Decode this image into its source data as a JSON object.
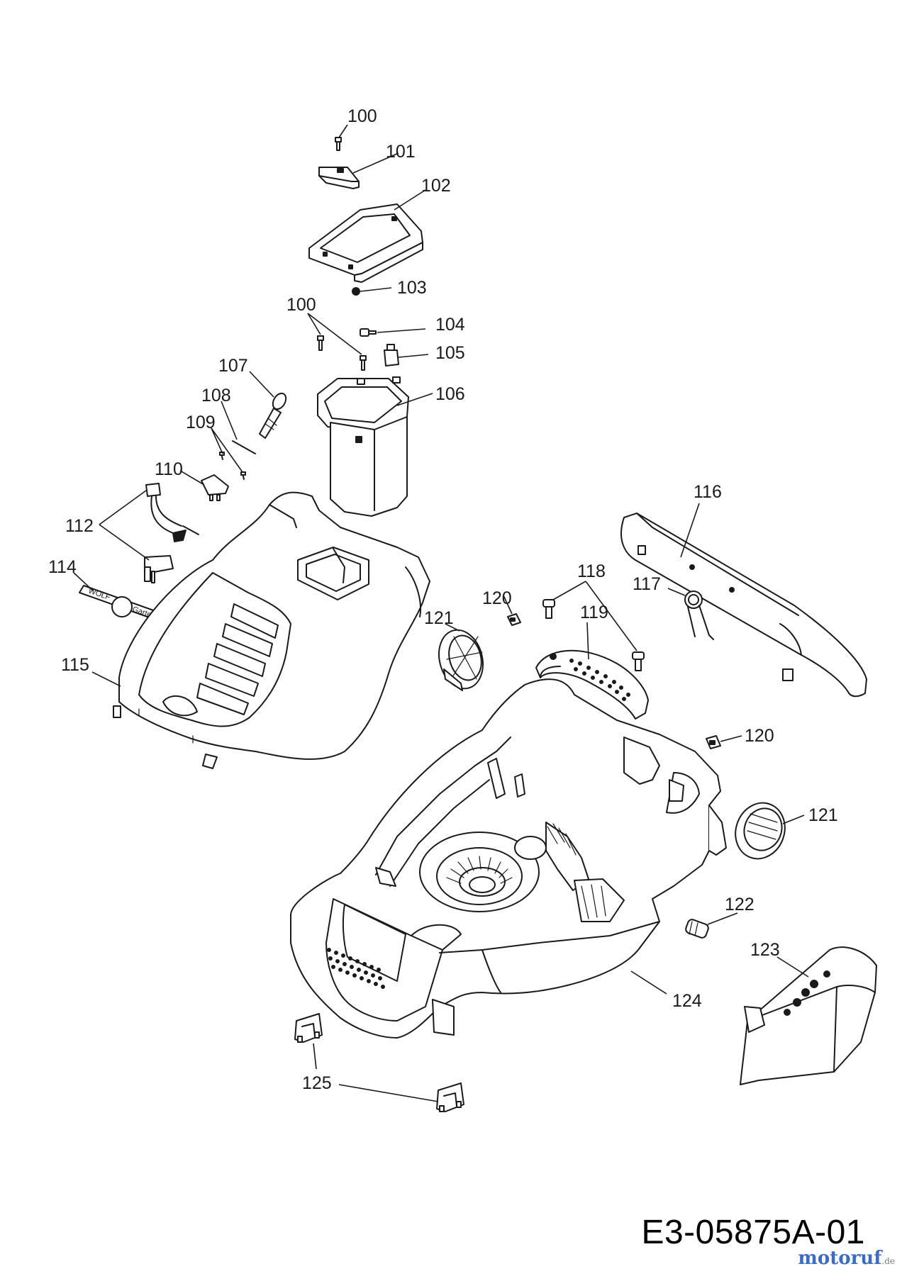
{
  "drawing_number": "E3-05875A-01",
  "watermark": {
    "main": "motoruf",
    "suffix": ".de"
  },
  "label_brand": {
    "left": "WOLF",
    "right": "Garten"
  },
  "callouts": [
    {
      "id": "c100a",
      "text": "100"
    },
    {
      "id": "c101",
      "text": "101"
    },
    {
      "id": "c102",
      "text": "102"
    },
    {
      "id": "c103",
      "text": "103"
    },
    {
      "id": "c100b",
      "text": "100"
    },
    {
      "id": "c104",
      "text": "104"
    },
    {
      "id": "c105",
      "text": "105"
    },
    {
      "id": "c106",
      "text": "106"
    },
    {
      "id": "c107",
      "text": "107"
    },
    {
      "id": "c108",
      "text": "108"
    },
    {
      "id": "c109",
      "text": "109"
    },
    {
      "id": "c110",
      "text": "110"
    },
    {
      "id": "c112",
      "text": "112"
    },
    {
      "id": "c114",
      "text": "114"
    },
    {
      "id": "c115",
      "text": "115"
    },
    {
      "id": "c116",
      "text": "116"
    },
    {
      "id": "c117",
      "text": "117"
    },
    {
      "id": "c118",
      "text": "118"
    },
    {
      "id": "c119",
      "text": "119"
    },
    {
      "id": "c120a",
      "text": "120"
    },
    {
      "id": "c121a",
      "text": "121"
    },
    {
      "id": "c120b",
      "text": "120"
    },
    {
      "id": "c121b",
      "text": "121"
    },
    {
      "id": "c122",
      "text": "122"
    },
    {
      "id": "c123",
      "text": "123"
    },
    {
      "id": "c124",
      "text": "124"
    },
    {
      "id": "c125",
      "text": "125"
    }
  ]
}
